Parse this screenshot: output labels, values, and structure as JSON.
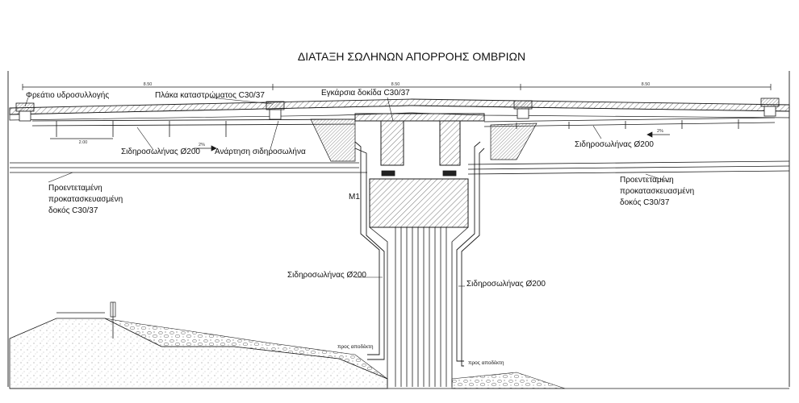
{
  "drawing": {
    "title": "ΔΙΑΤΑΞΗ ΣΩΛΗΝΩΝ ΑΠΟΡΡΟΗΣ ΟΜΒΡΙΩΝ",
    "labels": {
      "catch_basin": "Φρεάτιο υδροσυλλογής",
      "deck_slab": "Πλάκα καταστρώματος C30/37",
      "cross_beam": "Εγκάρσια δοκίδα C30/37",
      "pipe_left": "Σιδηροσωλήνας Ø200",
      "pipe_hanging": "Ανάρτηση σιδηροσωλήνα",
      "pipe_right": "Σιδηροσωλήνας Ø200",
      "beam_left": [
        "Προεντεταμένη",
        "προκατασκευασμένη",
        "δοκός C30/37"
      ],
      "beam_right": [
        "Προεντεταμένη",
        "προκατασκευασμένη",
        "δοκός C30/37"
      ],
      "pier": "M1",
      "pipe_pier_left": "Σιδηροσωλήνας Ø200",
      "pipe_pier_right": "Σιδηροσωλήνας Ø200",
      "to_receiver_left": "προς αποδέκτη",
      "to_receiver_right": "προς αποδέκτη"
    },
    "dimensions": {
      "span_1": "8.50",
      "span_2": "8.50",
      "span_3": "8.50",
      "spacing": "2.00",
      "slope_left": "2%",
      "slope_right": "2%"
    },
    "colors": {
      "line": "#1a1a1a",
      "hatch": "#555555",
      "ground": "#9a9a9a"
    }
  }
}
